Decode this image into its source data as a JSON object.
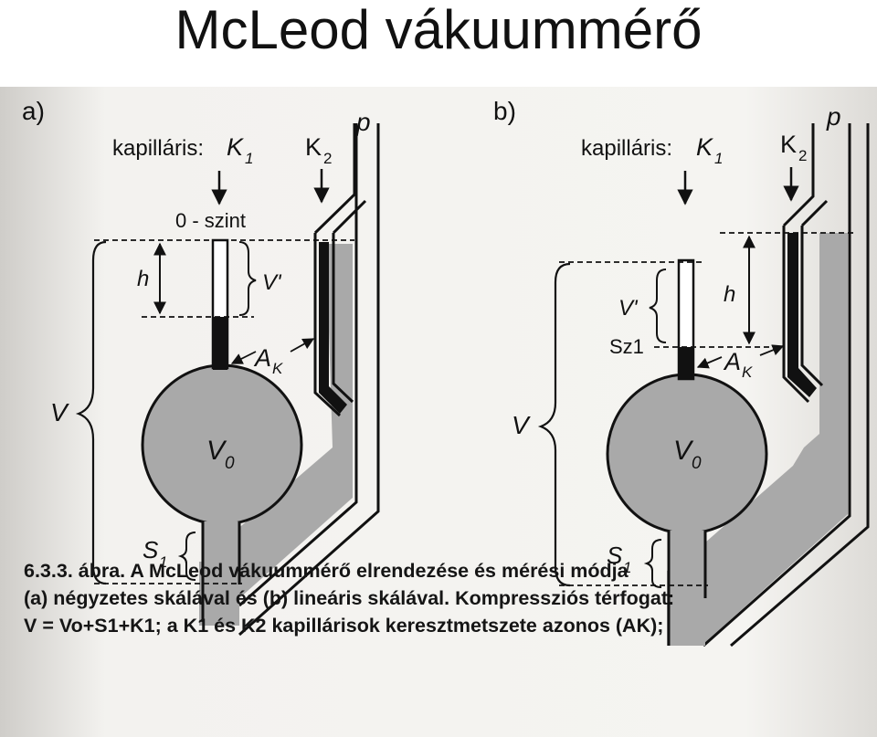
{
  "title": "McLeod vákuummérő",
  "diagram": {
    "panel_a": {
      "letter": "a)",
      "capillary_label": "kapilláris:",
      "k1": "K",
      "k1_sub": "1",
      "k2": "K",
      "k2_sub": "2",
      "p": "p",
      "zero_level": "0 - szint",
      "h": "h",
      "v_prime": "V'",
      "ak": "A",
      "ak_sub": "K",
      "v0": "V",
      "v0_sub": "0",
      "s1": "S",
      "s1_sub": "1",
      "v": "V"
    },
    "panel_b": {
      "letter": "b)",
      "capillary_label": "kapilláris:",
      "k1": "K",
      "k1_sub": "1",
      "k2": "K",
      "k2_sub": "2",
      "p": "p",
      "sz1": "Sz1",
      "h": "h",
      "v_prime": "V'",
      "ak": "A",
      "ak_sub": "K",
      "v0": "V",
      "v0_sub": "0",
      "s1": "S",
      "s1_sub": "1",
      "v": "V"
    }
  },
  "caption": {
    "line1": "6.3.3. ábra. A McLeod vákuummérő elrendezése és mérési módja",
    "line2": "(a) négyzetes skálával és (b) lineáris skálával. Kompressziós térfogat:",
    "line3": "V = Vo+S1+K1; a K1 és K2 kapillárisok keresztmetszete azonos (AK);"
  },
  "colors": {
    "paper": "#f2f1ee",
    "mercury_gray": "#a9a9a9",
    "mercury_black": "#111111"
  }
}
